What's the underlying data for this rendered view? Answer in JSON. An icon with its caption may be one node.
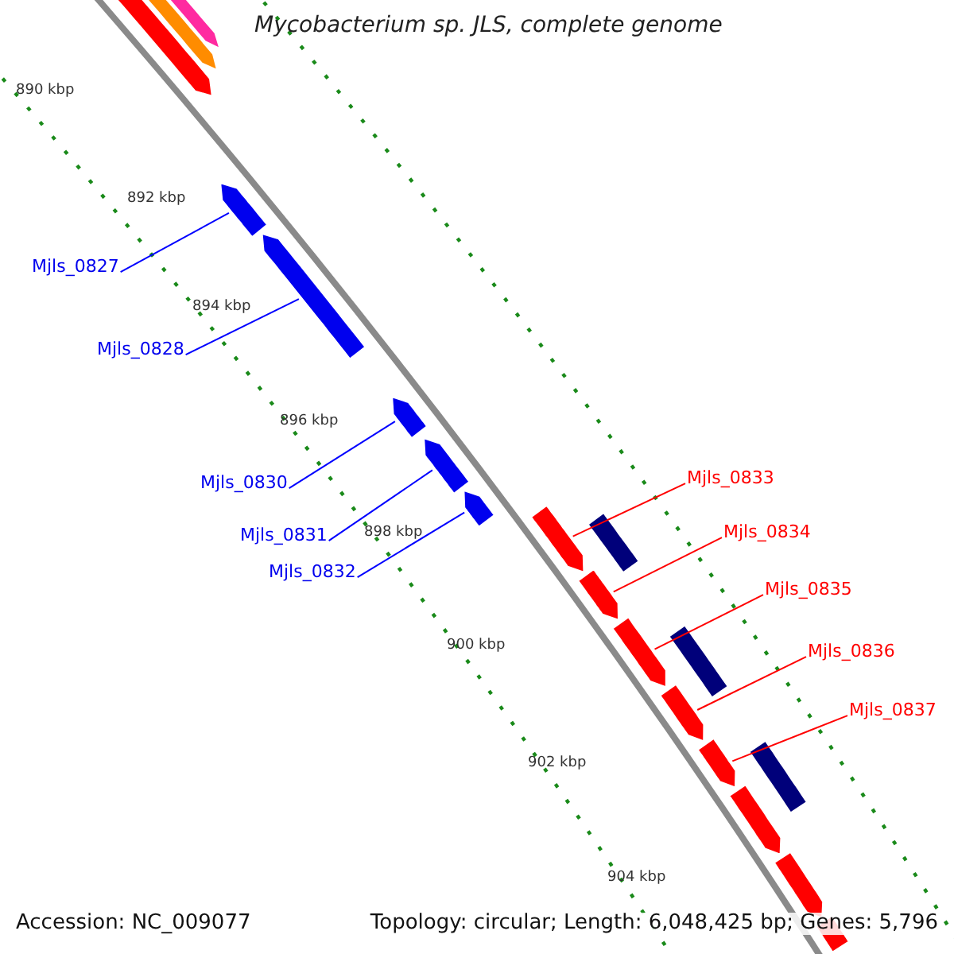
{
  "diagram": {
    "title": "Mycobacterium sp. JLS, complete genome",
    "nodes": [
      {
        "text": [
          "Mjls_0827"
        ]
      },
      {
        "text": [
          "Mjls_0828"
        ]
      },
      {
        "text": [
          "Mjls_0830"
        ]
      },
      {
        "text": [
          "Mjls_0831"
        ]
      },
      {
        "text": [
          "Mjls_0832"
        ]
      },
      {
        "text": [
          "Mjls_0833"
        ]
      },
      {
        "text": [
          "Mjls_0834"
        ]
      },
      {
        "text": [
          "Mjls_0835"
        ]
      },
      {
        "text": [
          "Mjls_0836"
        ]
      },
      {
        "text": [
          "Mjls_0837"
        ]
      },
      {
        "text": [],
        "shape": "bar"
      },
      {
        "text": [],
        "shape": "bar"
      },
      {
        "text": [],
        "shape": "bar"
      },
      {
        "text": [],
        "shape": "bar"
      },
      {
        "text": [],
        "shape": "bar"
      },
      {
        "text": [],
        "shape": "bar"
      },
      {
        "text": [],
        "shape": "bar"
      },
      {
        "text": [],
        "shape": "bar"
      },
      {
        "text": [],
        "shape": "bar"
      },
      {
        "text": [],
        "shape": "bar"
      },
      {
        "text": [],
        "shape": "bar"
      },
      {
        "text": [],
        "shape": "bar"
      },
      {
        "text": [],
        "shape": "bar"
      },
      {
        "text": [],
        "shape": "bar"
      },
      {
        "text": [],
        "shape": "bar"
      },
      {
        "text": [],
        "shape": "bar"
      },
      {
        "text": [],
        "shape": "bar"
      },
      {
        "text": [],
        "shape": "bar"
      },
      {
        "text": [],
        "shape": "bar"
      }
    ],
    "edges": [
      {
        "from": 0,
        "to": 13,
        "arrow": "none",
        "color": "#0000ff"
      },
      {
        "from": 1,
        "to": 14,
        "arrow": "none",
        "color": "#0000ff"
      },
      {
        "from": 2,
        "to": 15,
        "arrow": "none",
        "color": "#0000ff"
      },
      {
        "from": 3,
        "to": 16,
        "arrow": "none",
        "color": "#0000ff"
      },
      {
        "from": 4,
        "to": 17,
        "arrow": "none",
        "color": "#0000ff"
      },
      {
        "from": 5,
        "to": 18,
        "arrow": "none",
        "color": "#ff0000"
      },
      {
        "from": 6,
        "to": 20,
        "arrow": "none",
        "color": "#ff0000"
      },
      {
        "from": 7,
        "to": 21,
        "arrow": "none",
        "color": "#ff0000"
      },
      {
        "from": 8,
        "to": 23,
        "arrow": "none",
        "color": "#ff0000"
      },
      {
        "from": 9,
        "to": 24,
        "arrow": "none",
        "color": "#ff0000"
      }
    ],
    "labels": [
      "890 kbp",
      "892 kbp",
      "894 kbp",
      "896 kbp",
      "898 kbp",
      "900 kbp",
      "902 kbp",
      "904 kbp",
      "Accession: NC_009077",
      "Topology: circular; Length: 6,048,425 bp; Genes: 5,796"
    ]
  }
}
